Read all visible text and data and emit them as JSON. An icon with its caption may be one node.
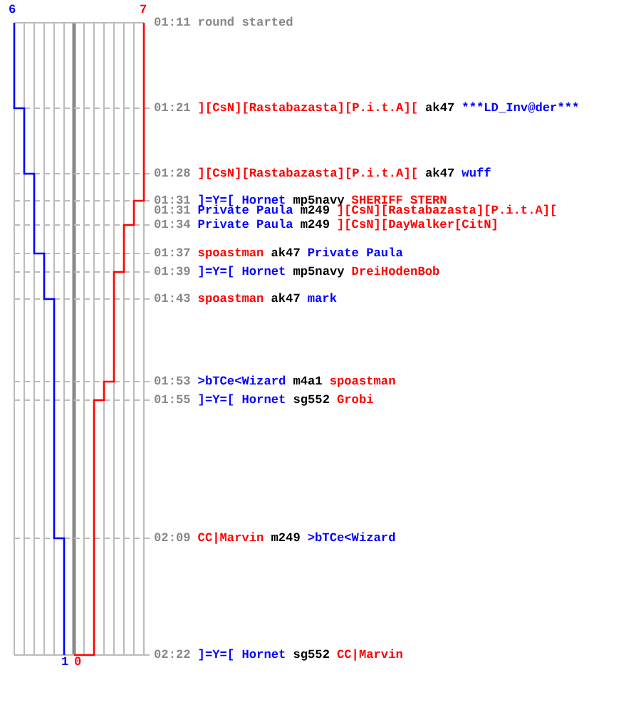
{
  "diagram": {
    "labels": [
      "6",
      "7",
      "01:11",
      "round started",
      "01:21",
      "][CsN][Rastabazasta][P.i.t.A][",
      "ak47",
      "***LD_Inv@der***",
      "01:28",
      "][CsN][Rastabazasta][P.i.t.A][",
      "ak47",
      "wuff",
      "01:31",
      "]=Y=[ Hornet",
      "mp5navy",
      "SHERIFF STERN",
      "01:31",
      "Private Paula",
      "m249",
      "][CsN][Rastabazasta][P.i.t.A][",
      "01:34",
      "Private Paula",
      "m249",
      "][CsN][DayWalker[CitN]",
      "01:37",
      "spoastman",
      "ak47",
      "Private Paula",
      "01:39",
      "]=Y=[ Hornet",
      "mp5navy",
      "DreiHodenBob",
      "01:43",
      "spoastman",
      "ak47",
      "mark",
      "01:53",
      ">bTCe<Wizard",
      "m4a1",
      "spoastman",
      "01:55",
      "]=Y=[ Hornet",
      "sg552",
      "Grobi",
      "02:09",
      "CC|Marvin",
      "m249",
      ">bTCe<Wizard",
      "02:22",
      "]=Y=[ Hornet",
      "sg552",
      "CC|Marvin",
      "1",
      "0"
    ]
  }
}
